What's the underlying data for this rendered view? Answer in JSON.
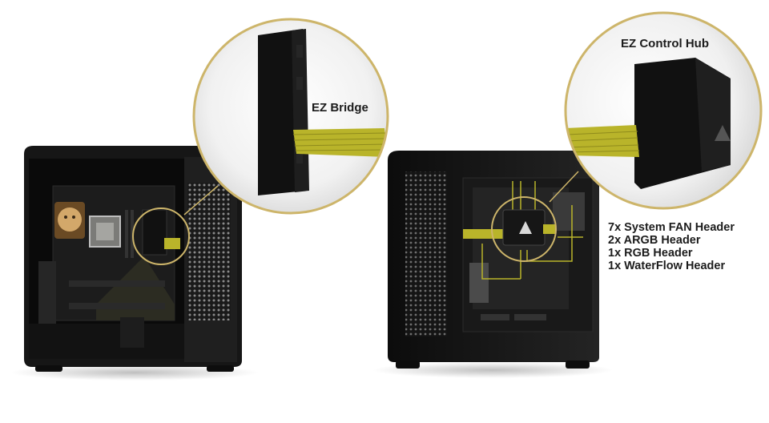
{
  "callouts": {
    "bridge": {
      "label": "EZ Bridge"
    },
    "hub": {
      "label": "EZ Control Hub"
    }
  },
  "specs": [
    "7x System FAN Header",
    "2x ARGB Header",
    "1x RGB Header",
    "1x WaterFlow Header"
  ],
  "colors": {
    "callout_ring": "#cdb56a",
    "cable": "#b9b42a",
    "case": "#141414",
    "text": "#1c1c1c"
  }
}
